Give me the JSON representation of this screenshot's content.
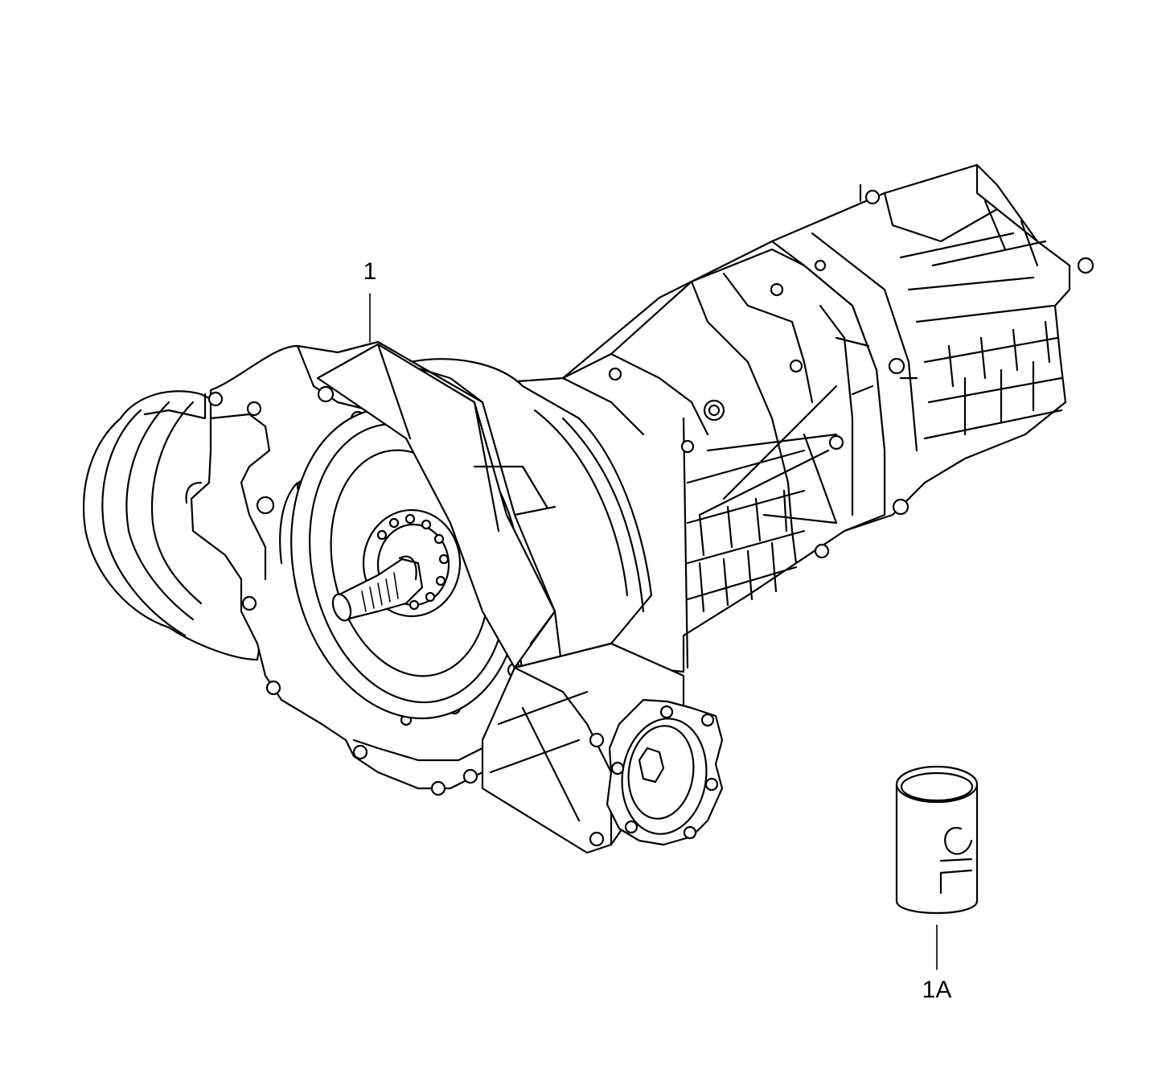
{
  "callouts": [
    {
      "id": "1",
      "label": "1"
    },
    {
      "id": "1A",
      "label": "1A"
    }
  ],
  "parts": [
    {
      "callout": "1",
      "icon": "gearbox-assembly-icon"
    },
    {
      "callout": "1A",
      "icon": "fluid-can-icon"
    }
  ],
  "colors": {
    "line": "#000000",
    "background": "#ffffff"
  }
}
